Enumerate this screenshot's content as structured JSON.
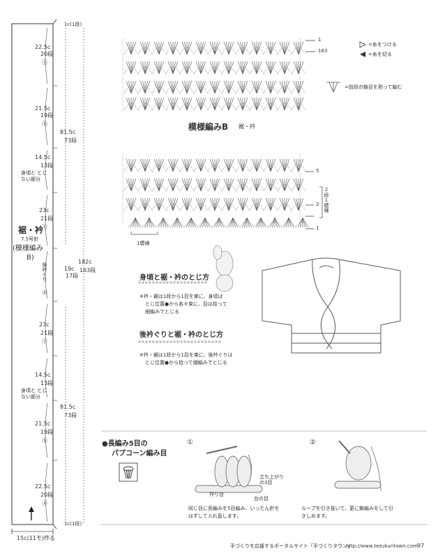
{
  "strip": {
    "top_rows_label": "1c(1段)",
    "bottom_rows_label": "1c(1段)",
    "width_label": "15c(11モ)作る",
    "title_line1": "裾・衿",
    "needle": "7.5号針",
    "title_line2": "(模様編み",
    "title_line3": "B)",
    "segments": [
      {
        "cm": "22.5c",
        "rows": "20段",
        "mark": "ⓐ"
      },
      {
        "cm": "21.5c",
        "rows": "19段",
        "mark": "ⓑ"
      },
      {
        "cm": "14.5c",
        "rows": "13段",
        "note": "身頃と とじない部分"
      },
      {
        "cm": "23c",
        "rows": "21段",
        "mark": "ⓒ"
      },
      {
        "cm": "19c",
        "rows": "17段",
        "note": "後衿ぐり",
        "mark": "ⓓ"
      },
      {
        "cm": "23c",
        "rows": "21段",
        "mark": "ⓒ"
      },
      {
        "cm": "14.5c",
        "rows": "13段",
        "note": "身頃と とじない部分"
      },
      {
        "cm": "21.5c",
        "rows": "19段",
        "mark": "ⓑ"
      },
      {
        "cm": "22.5c",
        "rows": "20段",
        "mark": "ⓐ"
      }
    ],
    "total_upper": {
      "cm": "81.5c",
      "rows": "73段"
    },
    "total_lower": {
      "cm": "81.5c",
      "rows": "73段"
    },
    "total_all": {
      "cm": "182c",
      "rows": "163段"
    }
  },
  "chart": {
    "title": "模様編みB",
    "subtitle": "裾・衿",
    "row_markers": [
      "1",
      "163",
      "5",
      "2",
      "1"
    ],
    "repeat_label": "2段1模様",
    "start_label": "1模様",
    "legend": {
      "attach": "=糸をつける",
      "cut": "=糸を切る",
      "split": "=前段の鎖目を割って編む"
    }
  },
  "joining": {
    "heading1": "身頃と裾・衿のとじ方",
    "text1a": "※衿・裾は1段から1目を束に、身頃は",
    "text1b": "とじ位置●から各々束に、目は拾って",
    "text1c": "細編みでとじる",
    "heading2": "後衿ぐりと裾・衿のとじ方",
    "text2a": "※衿・裾は1段から1目を束に、後衿ぐりは",
    "text2b": "とじ位置●から拾って細編みでとじる"
  },
  "popcorn": {
    "heading1": "●長編み5目の",
    "heading2": "パプコーン編み目",
    "step1": "①",
    "step2": "②",
    "label_up": "立ち上がりの3目",
    "label_base": "作り目",
    "label_stitch": "台の目",
    "desc1a": "同じ目に長編みを5目編み、いったん針を",
    "desc1b": "はずして入れ直します。",
    "desc2a": "ループを引き抜いて、更に鎖編みをして引",
    "desc2b": "きしめます。"
  },
  "footer": {
    "text": "手づくりを応援するポータルサイト「手づくりタウン」",
    "url": "http://www.tezukuritown.com",
    "page": "97"
  }
}
